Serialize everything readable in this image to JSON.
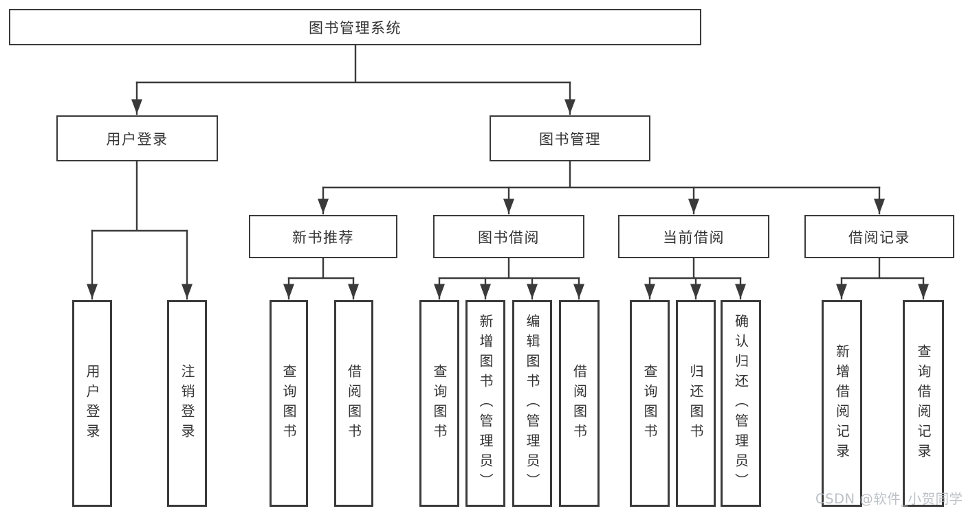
{
  "colors": {
    "line": "#3a3a3a",
    "text": "#333333",
    "background": "#ffffff",
    "watermark": "#b7bcc2"
  },
  "watermark": {
    "text": "CSDN @软件_小贺同学"
  },
  "tree": {
    "label": "图书管理系统",
    "children": [
      {
        "label": "用户登录",
        "children": [
          {
            "label": "用户登录"
          },
          {
            "label": "注销登录"
          }
        ]
      },
      {
        "label": "图书管理",
        "children": [
          {
            "label": "新书推荐",
            "children": [
              {
                "label": "查询图书"
              },
              {
                "label": "借阅图书"
              }
            ]
          },
          {
            "label": "图书借阅",
            "children": [
              {
                "label": "查询图书"
              },
              {
                "label": "新增图书（管理员）"
              },
              {
                "label": "编辑图书（管理员）"
              },
              {
                "label": "借阅图书"
              }
            ]
          },
          {
            "label": "当前借阅",
            "children": [
              {
                "label": "查询图书"
              },
              {
                "label": "归还图书"
              },
              {
                "label": "确认归还（管理员）"
              }
            ]
          },
          {
            "label": "借阅记录",
            "children": [
              {
                "label": "新增借阅记录"
              },
              {
                "label": "查询借阅记录"
              }
            ]
          }
        ]
      }
    ]
  }
}
